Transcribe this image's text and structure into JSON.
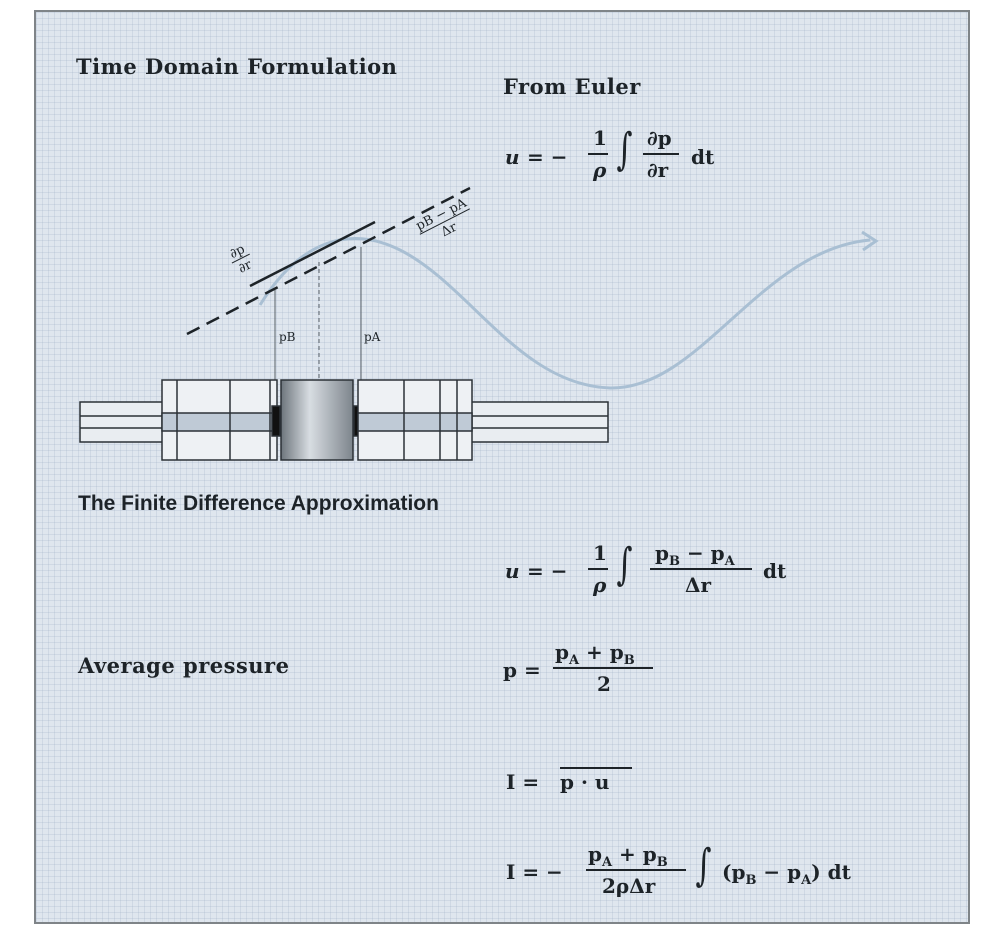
{
  "headings": {
    "time_domain": "Time Domain Formulation",
    "from_euler": "From Euler",
    "finite_difference": "The Finite Difference Approximation",
    "average_pressure": "Average pressure"
  },
  "diagram_labels": {
    "slope_partial_num": "∂p",
    "slope_partial_den": "∂r",
    "slope_diff_num": "pB − pA",
    "slope_diff_den": "Δr",
    "probe_b": "pB",
    "probe_a": "pA"
  },
  "equations": {
    "euler": {
      "lhs": "u",
      "eq": "= −",
      "frac_num": "1",
      "frac_den": "ρ",
      "integral": "∫",
      "deriv_num": "∂p",
      "deriv_den": "∂r",
      "dt": "dt"
    },
    "finite": {
      "lhs": "u",
      "eq": "= −",
      "frac_num": "1",
      "frac_den": "ρ",
      "integral": "∫",
      "diff_num_1": "p",
      "diff_sub_1": "B",
      "diff_minus": " − p",
      "diff_sub_2": "A",
      "diff_den": "Δr",
      "dt": "dt"
    },
    "average": {
      "lhs": "p =",
      "num_1": "p",
      "sub_1": "A",
      "plus": " + p",
      "sub_2": "B",
      "den": "2"
    },
    "intensity_def": {
      "lhs": "I =",
      "rhs": "p · u"
    },
    "intensity": {
      "lhs": "I = −",
      "num_1": "p",
      "sub_1": "A",
      "plus": " + p",
      "sub_2": "B",
      "den": "2ρΔr",
      "integral": "∫",
      "paren_1": "(p",
      "sub_3": "B",
      "minus": " − p",
      "sub_4": "A",
      "paren_2": ") dt"
    }
  },
  "colors": {
    "background": "#dfe6ee",
    "wave": "#a9bfd3",
    "ink": "#1d2328",
    "probe_body": "#c9d0d8",
    "spacer": "#9aa3ab"
  }
}
